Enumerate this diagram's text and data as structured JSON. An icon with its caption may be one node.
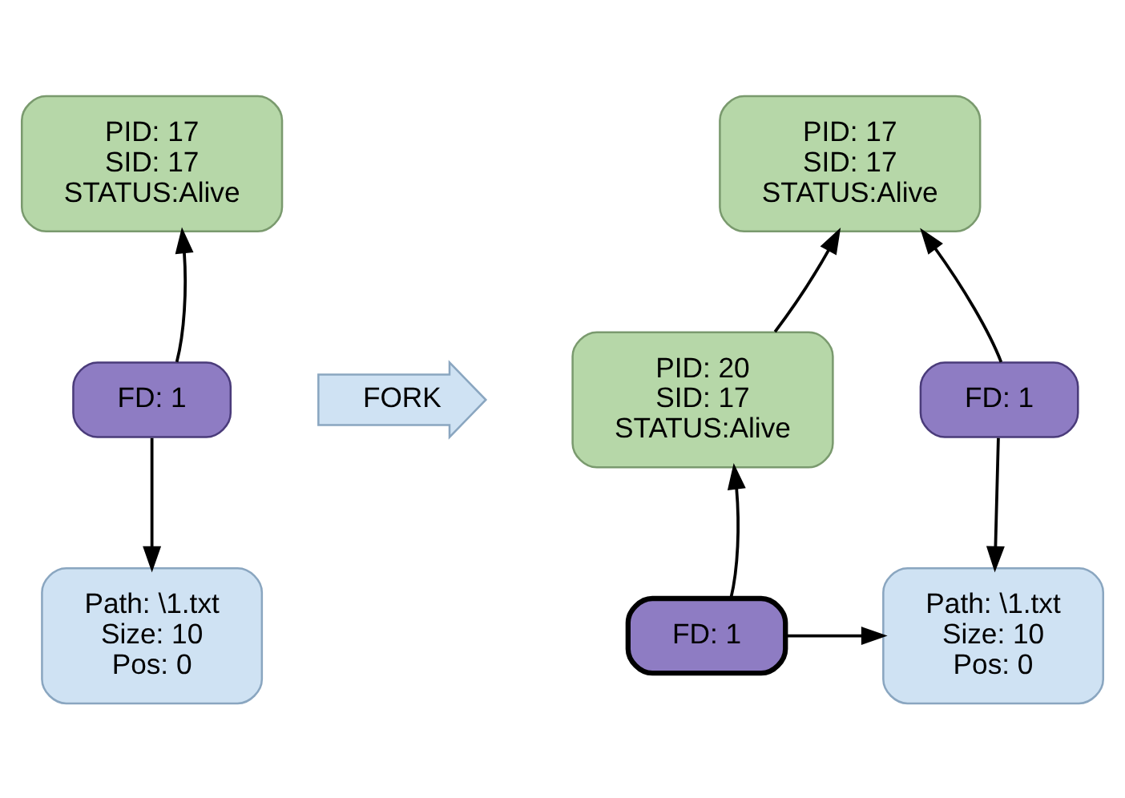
{
  "diagram": {
    "nodes": [
      {
        "text": [
          "PID: 17 SID: 17 STATUS:Alive"
        ]
      },
      {
        "text": [
          "FD: 1"
        ]
      },
      {
        "text": [
          "Path: \\1.txt Size: 10 Pos: 0"
        ]
      },
      {
        "text": [
          "FORK"
        ]
      },
      {
        "text": [
          "PID: 17 SID: 17 STATUS:Alive"
        ]
      },
      {
        "text": [
          "PID: 20 SID: 17 STATUS:Alive"
        ]
      },
      {
        "text": [
          "FD: 1"
        ]
      },
      {
        "text": [
          "FD: 1"
        ]
      },
      {
        "text": [
          "Path: \\1.txt Size: 10 Pos: 0"
        ]
      }
    ],
    "edges": [
      {
        "from": 1,
        "to": 0,
        "arrow": "to"
      },
      {
        "from": 1,
        "to": 2,
        "arrow": "to"
      },
      {
        "from": 5,
        "to": 4,
        "arrow": "to"
      },
      {
        "from": 6,
        "to": 4,
        "arrow": "to"
      },
      {
        "from": 6,
        "to": 8,
        "arrow": "to"
      },
      {
        "from": 7,
        "to": 5,
        "arrow": "to"
      },
      {
        "from": 7,
        "to": 8,
        "arrow": "to"
      }
    ]
  }
}
